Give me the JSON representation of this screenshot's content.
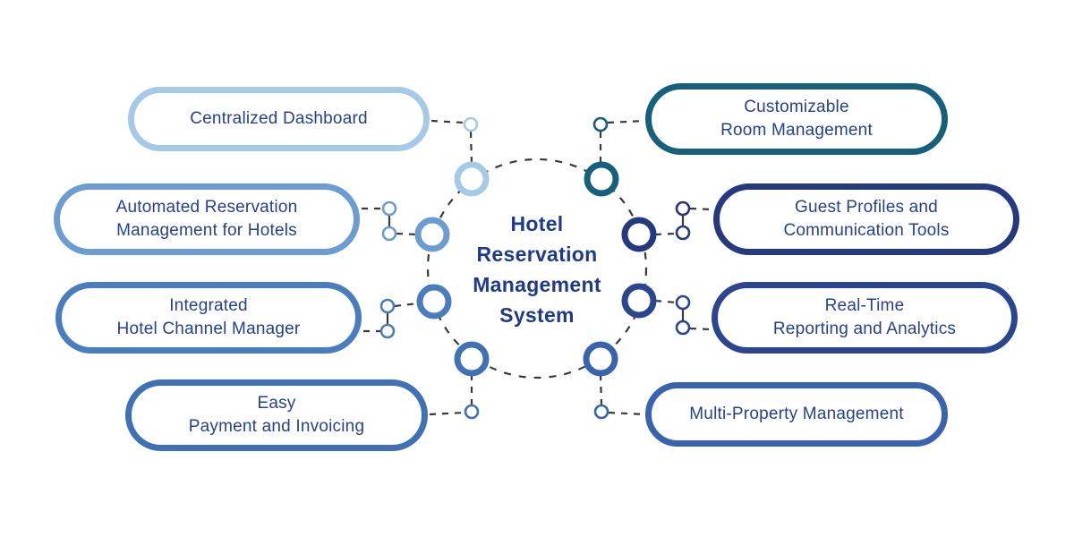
{
  "diagram": {
    "center": {
      "lines": [
        "Hotel",
        "Reservation",
        "Management",
        "System"
      ],
      "text_color": "#1E3A8C"
    },
    "features": [
      {
        "id": "centralized-dashboard",
        "lines": [
          "Centralized Dashboard",
          ""
        ],
        "color": "#A6C9E5",
        "side": "left",
        "row": 1
      },
      {
        "id": "automated-reservation-management",
        "lines": [
          "Automated Reservation",
          "Management for Hotels"
        ],
        "color": "#6B9CD2",
        "side": "left",
        "row": 2
      },
      {
        "id": "integrated-hotel-channel-manager",
        "lines": [
          "Integrated",
          "Hotel Channel Manager"
        ],
        "color": "#4A7CC0",
        "side": "left",
        "row": 3
      },
      {
        "id": "easy-payment-and-invoicing",
        "lines": [
          "Easy",
          "Payment and Invoicing"
        ],
        "color": "#4070B5",
        "side": "left",
        "row": 4
      },
      {
        "id": "customizable-room-management",
        "lines": [
          "Customizable",
          "Room Management"
        ],
        "color": "#16607C",
        "side": "right",
        "row": 1
      },
      {
        "id": "guest-profiles-communication",
        "lines": [
          "Guest Profiles and",
          "Communication Tools"
        ],
        "color": "#24397E",
        "side": "right",
        "row": 2
      },
      {
        "id": "real-time-reporting-analytics",
        "lines": [
          "Real-Time",
          "Reporting and Analytics"
        ],
        "color": "#2B4590",
        "side": "right",
        "row": 3
      },
      {
        "id": "multi-property-management",
        "lines": [
          "Multi-Property Management",
          ""
        ],
        "color": "#3A63AE",
        "side": "right",
        "row": 4
      }
    ],
    "label_text_color": "#26418F",
    "connector_color": "#3A3A3A",
    "background": "#FFFFFF"
  }
}
